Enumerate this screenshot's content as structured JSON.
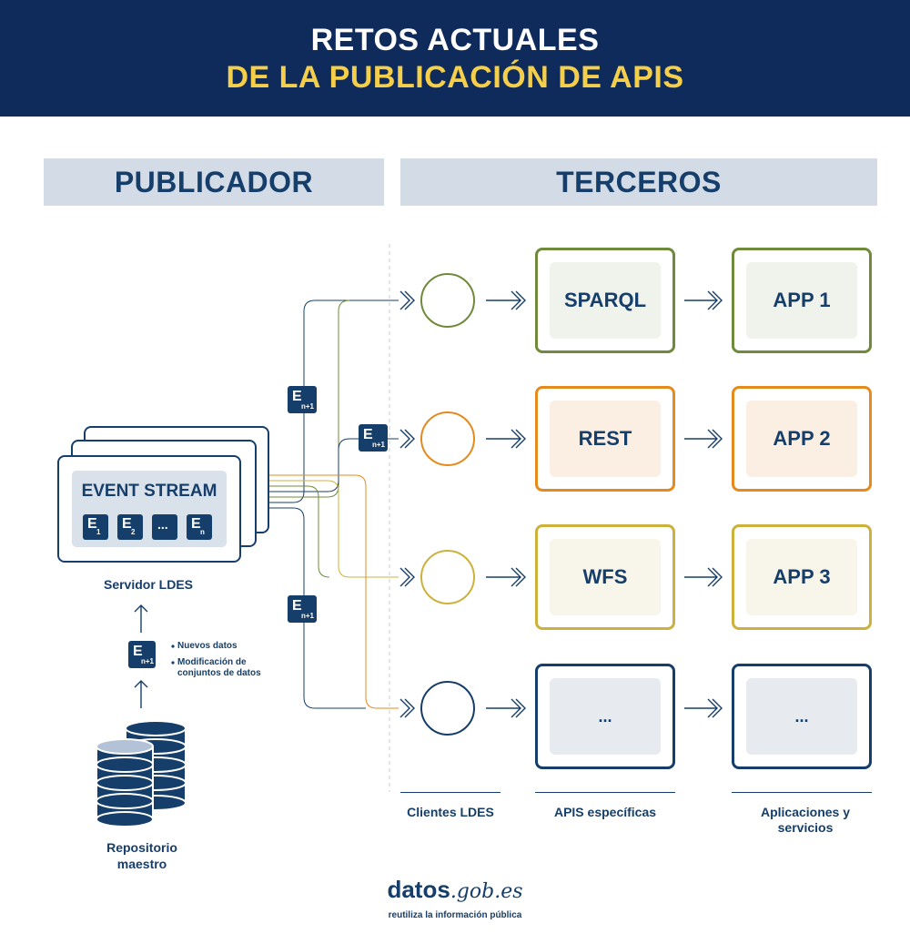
{
  "header": {
    "title_line1": "RETOS ACTUALES",
    "title_line2": "DE LA PUBLICACIÓN DE APIS"
  },
  "sections": {
    "publisher": "PUBLICADOR",
    "third_parties": "TERCEROS"
  },
  "event_stream": {
    "title": "EVENT STREAM",
    "events": [
      {
        "main": "E",
        "sub": "1"
      },
      {
        "main": "E",
        "sub": "2"
      },
      {
        "main": "...",
        "sub": ""
      },
      {
        "main": "E",
        "sub": "n"
      }
    ],
    "server_label": "Servidor LDES"
  },
  "new_event": {
    "main": "E",
    "sub": "n+1"
  },
  "changes": [
    "Nuevos datos",
    "Modificación de conjuntos de datos"
  ],
  "repository_label": "Repositorio maestro",
  "rows": [
    {
      "api": "SPARQL",
      "app": "APP 1",
      "color": "#6f8a3a",
      "fill": "#f0f2ec"
    },
    {
      "api": "REST",
      "app": "APP 2",
      "color": "#e58a1f",
      "fill": "#fbefe4"
    },
    {
      "api": "WFS",
      "app": "APP 3",
      "color": "#cdb13d",
      "fill": "#f8f5ea"
    },
    {
      "api": "...",
      "app": "...",
      "color": "#163e6a",
      "fill": "#e7ebef"
    }
  ],
  "column_labels": {
    "clients": "Clientes LDES",
    "apis": "APIS específicas",
    "apps": "Aplicaciones y servicios"
  },
  "footer": {
    "brand_main": "datos",
    "brand_domain": ".gob.es",
    "tagline": "reutiliza la información pública"
  },
  "colors": {
    "navy": "#0f2b5c",
    "title_yellow": "#f5cf4a",
    "text_blue": "#163e6a",
    "section_bg": "#d3dce6"
  }
}
